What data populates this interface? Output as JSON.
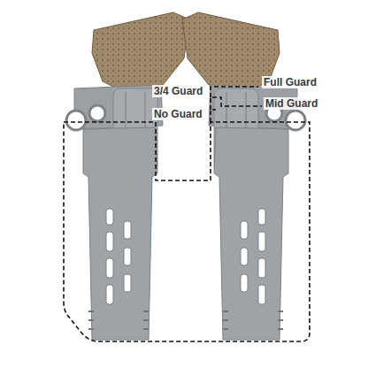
{
  "diagram": {
    "labels": [
      "Full Guard",
      "3/4 Guard",
      "Mid Guard",
      "No Guard"
    ]
  }
}
